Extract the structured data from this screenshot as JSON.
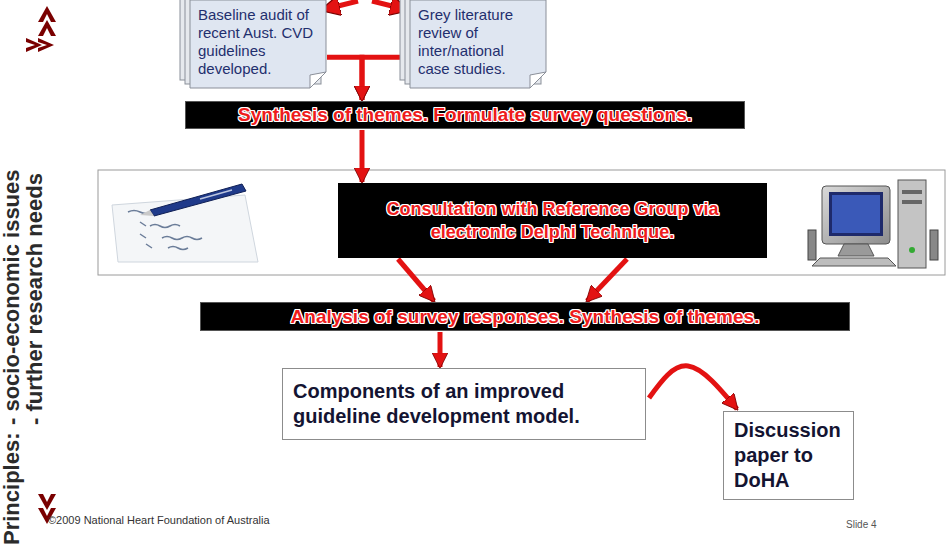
{
  "diagram": {
    "nodes": [
      {
        "text": [
          "Baseline audit of recent Aust. CVD guidelines developed."
        ]
      },
      {
        "text": [
          "Grey literature review of inter/national case studies."
        ]
      },
      {
        "text": [
          "Synthesis of themes. Formulate survey questions."
        ]
      },
      {
        "text": [
          "Consultation with Reference Group via electronic Delphi Technique."
        ]
      },
      {
        "text": [
          "Analysis of survey responses. Synthesis of themes."
        ]
      },
      {
        "text": [
          "Components of an improved guideline development model."
        ]
      },
      {
        "text": [
          "Discussion paper to DoHA"
        ]
      }
    ],
    "edges": [
      {
        "from": 0,
        "to": 2,
        "arrow": "to"
      },
      {
        "from": 1,
        "to": 2,
        "arrow": "to"
      },
      {
        "from": 2,
        "to": 3,
        "arrow": "to"
      },
      {
        "from": 3,
        "to": 4,
        "arrow": "to"
      },
      {
        "from": 3,
        "to": 4,
        "arrow": "to"
      },
      {
        "from": 4,
        "to": 5,
        "arrow": "to"
      },
      {
        "from": 5,
        "to": 6,
        "arrow": "to"
      }
    ],
    "labels": [
      "Principles:",
      "- socio-economic issues",
      "- further research needs",
      "©2009 National Heart Foundation of Australia",
      "Slide 4"
    ]
  }
}
